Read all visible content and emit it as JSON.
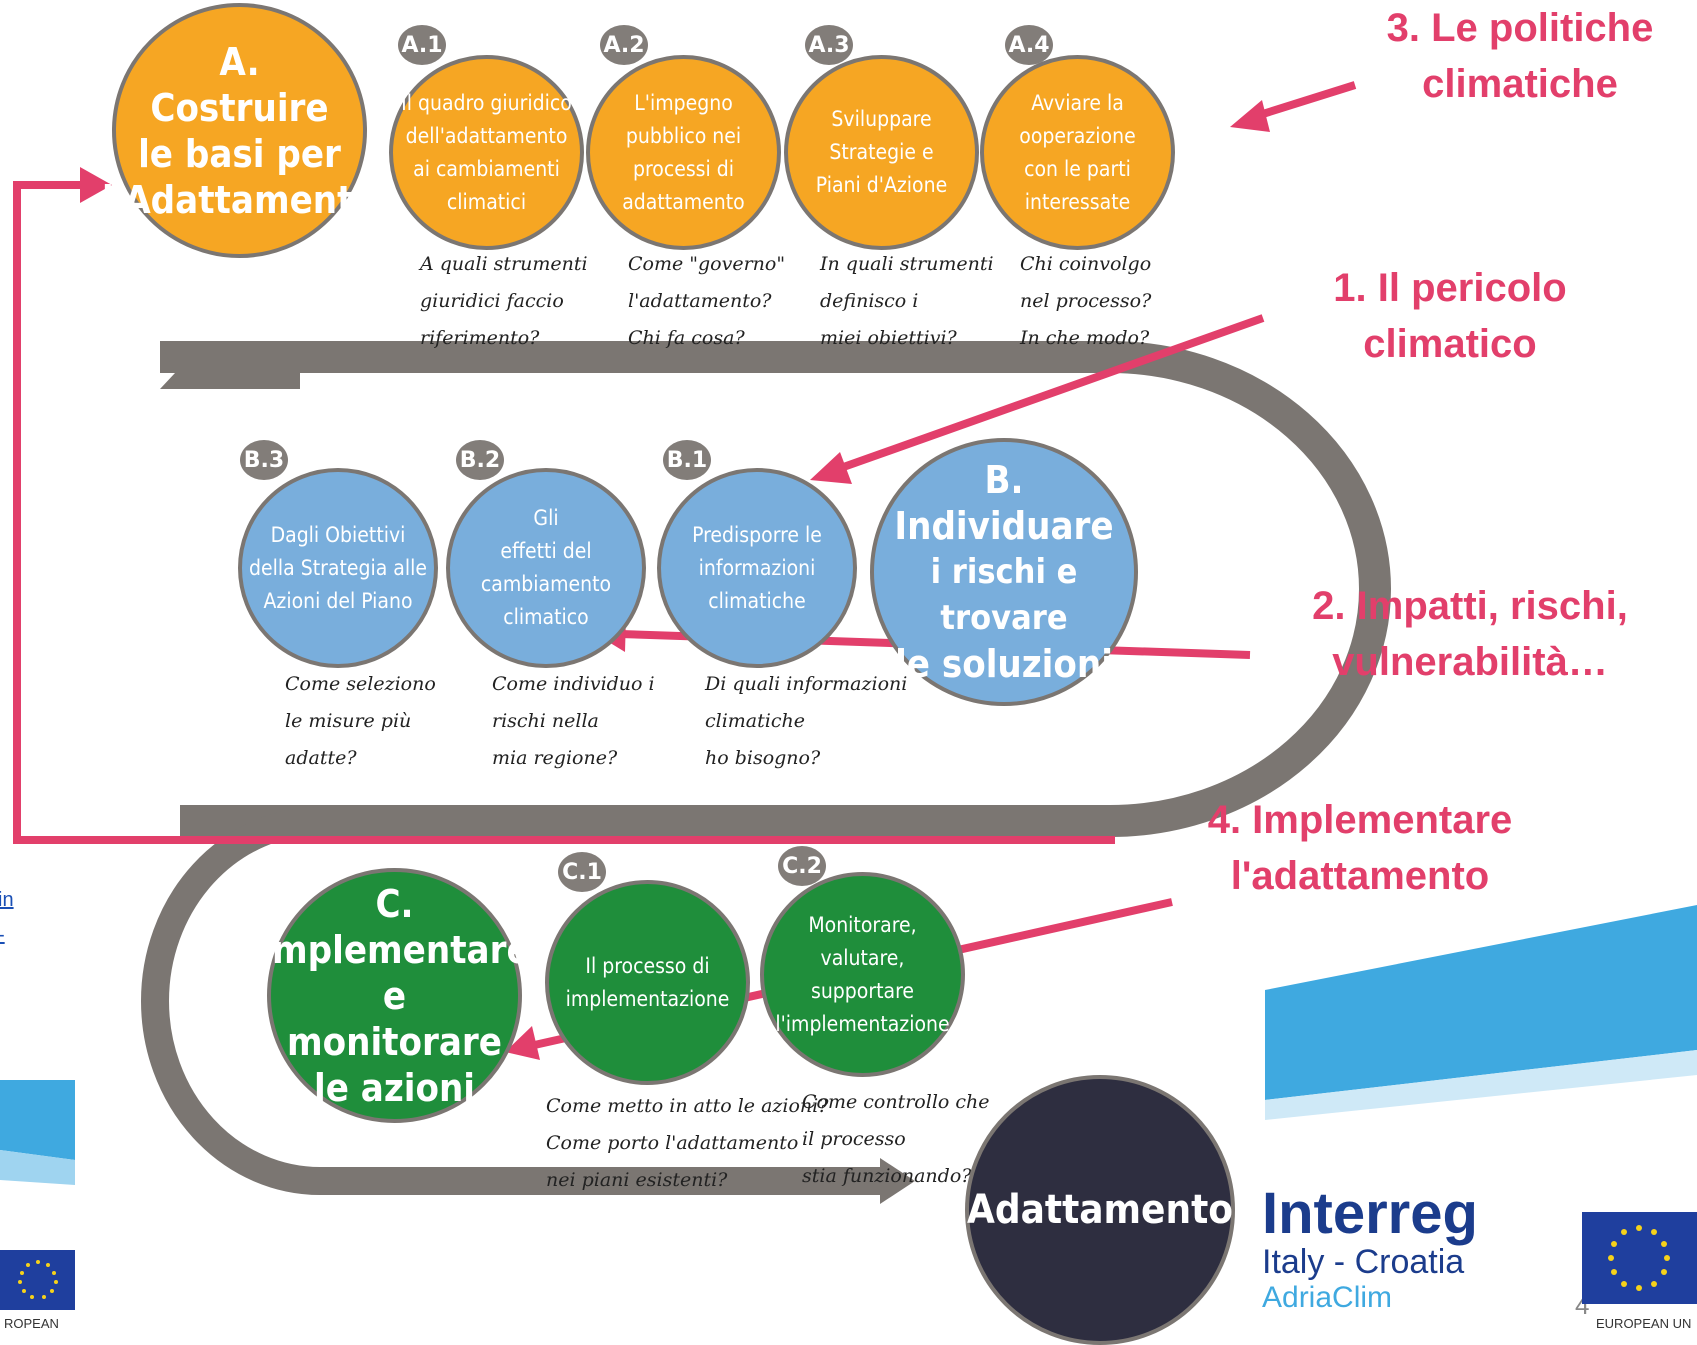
{
  "phase_a": {
    "title_letter": "A.",
    "title_lines": [
      "Costruire",
      "le basi per",
      "l'Adattamento"
    ],
    "steps": [
      {
        "badge": "A.1",
        "title": [
          "Il quadro giuridico",
          "dell'adattamento",
          "ai cambiamenti",
          "climatici"
        ],
        "question": [
          "A quali strumenti",
          "giuridici faccio",
          "riferimento?"
        ]
      },
      {
        "badge": "A.2",
        "title": [
          "L'impegno",
          "pubblico nei",
          "processi di",
          "adattamento"
        ],
        "question": [
          "Come \"governo\"",
          "l'adattamento?",
          "Chi fa cosa?"
        ]
      },
      {
        "badge": "A.3",
        "title": [
          "Sviluppare",
          "Strategie e",
          "Piani d'Azione"
        ],
        "question": [
          "In quali strumenti",
          "definisco i",
          "miei obiettivi?"
        ]
      },
      {
        "badge": "A.4",
        "title": [
          "Avviare la",
          "ooperazione",
          "con le parti",
          "interessate"
        ],
        "question": [
          "Chi coinvolgo",
          "nel processo?",
          "In che modo?"
        ]
      }
    ]
  },
  "phase_b": {
    "title_letter": "B.",
    "title_lines": [
      "Individuare",
      "i rischi e trovare",
      "le soluzioni"
    ],
    "steps": [
      {
        "badge": "B.1",
        "title": [
          "Predisporre le",
          "informazioni",
          "climatiche"
        ],
        "question": [
          "Di quali informazioni",
          "climatiche",
          "ho bisogno?"
        ]
      },
      {
        "badge": "B.2",
        "title": [
          "Gli",
          "effetti del",
          "cambiamento",
          "climatico"
        ],
        "question": [
          "Come individuo i",
          "rischi nella",
          "mia regione?"
        ]
      },
      {
        "badge": "B.3",
        "title": [
          "Dagli Obiettivi",
          "della Strategia alle",
          "Azioni del Piano"
        ],
        "question": [
          "Come seleziono",
          "le misure più",
          "adatte?"
        ]
      }
    ]
  },
  "phase_c": {
    "title_letter": "C.",
    "title_lines": [
      "Implementare",
      "e monitorare",
      "le azioni"
    ],
    "steps": [
      {
        "badge": "C.1",
        "title": [
          "Il processo di",
          "implementazione"
        ],
        "question": [
          "Come metto in atto le azioni?",
          "Come porto l'adattamento",
          "nei piani esistenti?"
        ]
      },
      {
        "badge": "C.2",
        "title": [
          "Monitorare,",
          "valutare,",
          "supportare",
          "l'implementazione"
        ],
        "question": [
          "Come controllo che",
          "il processo",
          "stia funzionando?"
        ]
      }
    ]
  },
  "final": {
    "label": "Adattamento"
  },
  "callouts": {
    "c3": [
      "3. Le politiche",
      "climatiche"
    ],
    "c1": [
      "1. Il pericolo",
      "climatico"
    ],
    "c2": [
      "2. Impatti, rischi,",
      "vulnerabilità…"
    ],
    "c4": [
      "4. Implementare",
      "l'adattamento"
    ]
  },
  "link_fragments": [
    "in",
    "-"
  ],
  "logo": {
    "line1": "Interreg",
    "line2": "Italy - Croatia",
    "line3": "AdriaClim"
  },
  "eu_label_left": "ROPEAN",
  "eu_label_right": "EUROPEAN UN",
  "page_number": "4",
  "colors": {
    "orange": "#f6a623",
    "blue": "#79aedc",
    "green": "#1f8e3b",
    "dark": "#2e2e40",
    "road": "#7b7672",
    "accent": "#e23f6b"
  }
}
